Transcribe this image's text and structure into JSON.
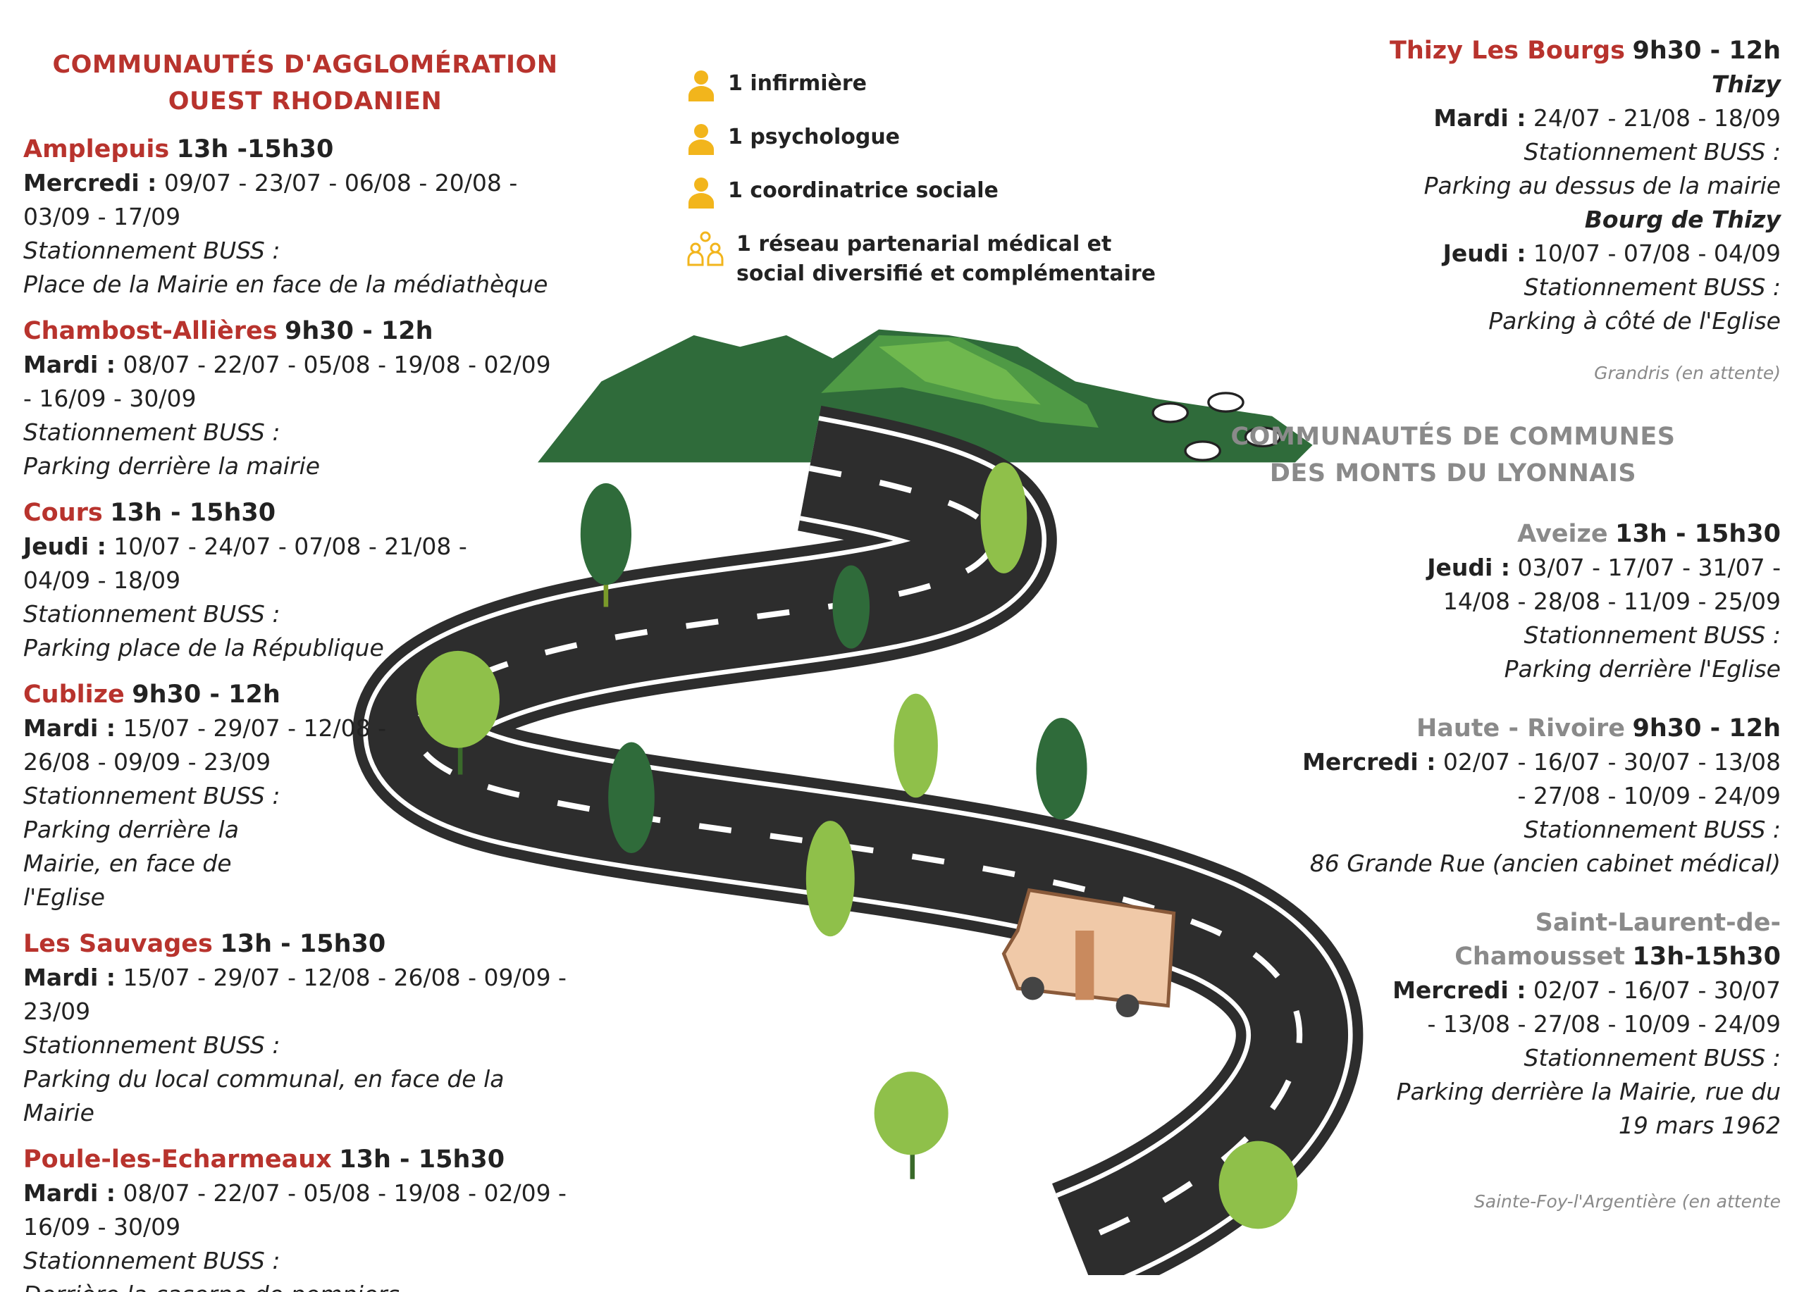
{
  "left": {
    "title_line1": "COMMUNAUTÉS D'AGGLOMÉRATION",
    "title_line2": "OUEST RHODANIEN",
    "entries": [
      {
        "town": "Amplepuis",
        "hours": "13h -15h30",
        "day": "Mercredi :",
        "dates": "09/07 - 23/07 - 06/08 - 20/08 - 03/09 - 17/09",
        "parking_label": "Stationnement BUSS :",
        "parking": "Place de la Mairie en face de la médiathèque"
      },
      {
        "town": "Chambost-Allières",
        "hours": "9h30 - 12h",
        "day": "Mardi :",
        "dates": "08/07 - 22/07 - 05/08 - 19/08 - 02/09 - 16/09 - 30/09",
        "parking_label": "Stationnement BUSS :",
        "parking": "Parking derrière la mairie"
      },
      {
        "town": "Cours",
        "hours": "13h - 15h30",
        "day": "Jeudi :",
        "dates": "10/07 - 24/07 - 07/08 - 21/08 - 04/09 - 18/09",
        "parking_label": "Stationnement BUSS :",
        "parking": "Parking place de la République"
      },
      {
        "town": "Cublize",
        "hours": "9h30 - 12h",
        "day": "Mardi :",
        "dates": "15/07 - 29/07 - 12/08 - 26/08 - 09/09 - 23/09",
        "parking_label": "Stationnement BUSS :",
        "parking": "Parking derrière la Mairie, en face de l'Eglise"
      },
      {
        "town": "Les Sauvages",
        "hours": "13h - 15h30",
        "day": "Mardi :",
        "dates": "15/07 - 29/07 - 12/08 - 26/08 - 09/09 - 23/09",
        "parking_label": "Stationnement BUSS :",
        "parking": "Parking du local communal, en face de la Mairie"
      },
      {
        "town": "Poule-les-Echarmeaux",
        "hours": "13h - 15h30",
        "day": "Mardi :",
        "dates": "08/07 - 22/07 - 05/08 - 19/08 - 02/09 - 16/09 - 30/09",
        "parking_label": "Stationnement BUSS :",
        "parking": "Derrière la caserne de pompiers"
      }
    ]
  },
  "legend": [
    {
      "icon": "person-icon",
      "text": "1 infirmière"
    },
    {
      "icon": "person-icon",
      "text": "1 psychologue"
    },
    {
      "icon": "person-icon",
      "text": "1 coordinatrice sociale"
    },
    {
      "icon": "network-icon",
      "text": "1 réseau partenarial médical et social diversifié et complémentaire"
    }
  ],
  "right": {
    "thizy": {
      "town": "Thizy Les Bourgs",
      "hours": "9h30 - 12h",
      "sub1": "Thizy",
      "day1": "Mardi :",
      "dates1": "24/07 - 21/08 - 18/09",
      "parking_label1": "Stationnement BUSS :",
      "parking1": "Parking au dessus de la mairie",
      "sub2": "Bourg de Thizy",
      "day2": "Jeudi :",
      "dates2": "10/07 - 07/08 - 04/09",
      "parking_label2": "Stationnement BUSS :",
      "parking2": "Parking à côté de l'Eglise"
    },
    "pending1": "Grandris  (en attente)",
    "title_line1": "COMMUNAUTÉS DE COMMUNES",
    "title_line2": "DES MONTS DU LYONNAIS",
    "entries": [
      {
        "town": "Aveize",
        "hours": "13h - 15h30",
        "day": "Jeudi :",
        "dates": "03/07 - 17/07 - 31/07 - 14/08 - 28/08 - 11/09 - 25/09",
        "parking_label": "Stationnement BUSS :",
        "parking": "Parking derrière l'Eglise"
      },
      {
        "town": "Haute - Rivoire",
        "hours": "9h30 - 12h",
        "day": "Mercredi :",
        "dates": "02/07 - 16/07 - 30/07 - 13/08 - 27/08 - 10/09 - 24/09",
        "parking_label": "Stationnement BUSS :",
        "parking": "86 Grande Rue (ancien cabinet médical)"
      },
      {
        "town": "Saint-Laurent-de-Chamousset",
        "hours": "13h-15h30",
        "day": "Mercredi :",
        "dates": "02/07 - 16/07 - 30/07 - 13/08 - 27/08 - 10/09 - 24/09",
        "parking_label": "Stationnement BUSS :",
        "parking": "Parking derrière la Mairie, rue du 19 mars 1962"
      }
    ],
    "pending2": "Sainte-Foy-l'Argentière (en attente"
  },
  "colors": {
    "accent_red": "#b8332d",
    "grey": "#8a8a8a",
    "road": "#2d2d2d",
    "icon_yellow": "#f2b51c"
  }
}
